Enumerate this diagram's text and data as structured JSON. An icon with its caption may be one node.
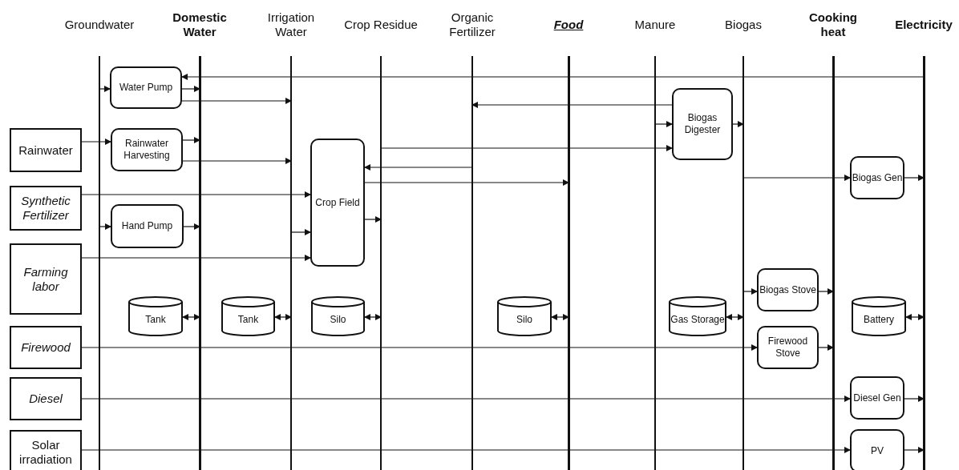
{
  "diagram": {
    "nodes": [
      {
        "text": [
          "Groundwater"
        ]
      },
      {
        "text": [
          "Domestic Water"
        ]
      },
      {
        "text": [
          "Irrigation Water"
        ]
      },
      {
        "text": [
          "Crop Residue"
        ]
      },
      {
        "text": [
          "Organic Fertilizer"
        ]
      },
      {
        "text": [
          "Food"
        ]
      },
      {
        "text": [
          "Manure"
        ]
      },
      {
        "text": [
          "Biogas"
        ]
      },
      {
        "text": [
          "Cooking heat"
        ]
      },
      {
        "text": [
          "Electricity"
        ]
      },
      {
        "text": [
          "Water Pump"
        ]
      },
      {
        "text": [
          "Biogas Digester"
        ]
      },
      {
        "text": [
          "Rainwater"
        ]
      },
      {
        "text": [
          "Rainwater Harvesting"
        ]
      },
      {
        "text": [
          "Crop Field"
        ]
      },
      {
        "text": [
          "Biogas Gen"
        ]
      },
      {
        "text": [
          "Synthetic Fertilizer"
        ]
      },
      {
        "text": [
          "Hand Pump"
        ]
      },
      {
        "text": [
          "Farming labor"
        ]
      },
      {
        "text": [
          "Biogas Stove"
        ]
      },
      {
        "text": [
          "Tank"
        ]
      },
      {
        "text": [
          "Tank"
        ]
      },
      {
        "text": [
          "Silo"
        ]
      },
      {
        "text": [
          "Silo"
        ]
      },
      {
        "text": [
          "Gas Storage"
        ]
      },
      {
        "text": [
          "Battery"
        ]
      },
      {
        "text": [
          "Firewood"
        ]
      },
      {
        "text": [
          "Firewood Stove"
        ]
      },
      {
        "text": [
          "Diesel"
        ]
      },
      {
        "text": [
          "Diesel Gen"
        ]
      },
      {
        "text": [
          "Solar irradiation"
        ]
      },
      {
        "text": [
          "PV"
        ]
      }
    ],
    "edges": [
      {
        "from": 9,
        "to": 10,
        "arrow": "to"
      },
      {
        "from": 0,
        "to": 10,
        "arrow": "to"
      },
      {
        "from": 10,
        "to": 1,
        "arrow": "to"
      },
      {
        "from": 10,
        "to": 2,
        "arrow": "to"
      },
      {
        "from": 11,
        "to": 4,
        "arrow": "to"
      },
      {
        "from": 6,
        "to": 11,
        "arrow": "to"
      },
      {
        "from": 11,
        "to": 7,
        "arrow": "to"
      },
      {
        "from": 12,
        "to": 13,
        "arrow": "to"
      },
      {
        "from": 13,
        "to": 1,
        "arrow": "to"
      },
      {
        "from": 13,
        "to": 2,
        "arrow": "to"
      },
      {
        "from": 3,
        "to": 11,
        "arrow": "to"
      },
      {
        "from": 4,
        "to": 14,
        "arrow": "to"
      },
      {
        "from": 14,
        "to": 5,
        "arrow": "to"
      },
      {
        "from": 7,
        "to": 15,
        "arrow": "to"
      },
      {
        "from": 15,
        "to": 9,
        "arrow": "to"
      },
      {
        "from": 16,
        "to": 14,
        "arrow": "to"
      },
      {
        "from": 14,
        "to": 3,
        "arrow": "to"
      },
      {
        "from": 0,
        "to": 17,
        "arrow": "to"
      },
      {
        "from": 17,
        "to": 1,
        "arrow": "to"
      },
      {
        "from": 2,
        "to": 14,
        "arrow": "to"
      },
      {
        "from": 18,
        "to": 14,
        "arrow": "to"
      },
      {
        "from": 7,
        "to": 19,
        "arrow": "to"
      },
      {
        "from": 19,
        "to": 8,
        "arrow": "to"
      },
      {
        "from": 20,
        "to": 1,
        "arrow": "both"
      },
      {
        "from": 21,
        "to": 2,
        "arrow": "both"
      },
      {
        "from": 22,
        "to": 3,
        "arrow": "both"
      },
      {
        "from": 23,
        "to": 5,
        "arrow": "both"
      },
      {
        "from": 24,
        "to": 7,
        "arrow": "both"
      },
      {
        "from": 25,
        "to": 9,
        "arrow": "both"
      },
      {
        "from": 26,
        "to": 27,
        "arrow": "to"
      },
      {
        "from": 27,
        "to": 8,
        "arrow": "to"
      },
      {
        "from": 28,
        "to": 29,
        "arrow": "to"
      },
      {
        "from": 29,
        "to": 9,
        "arrow": "to"
      },
      {
        "from": 30,
        "to": 31,
        "arrow": "to"
      },
      {
        "from": 31,
        "to": 9,
        "arrow": "to"
      }
    ]
  }
}
